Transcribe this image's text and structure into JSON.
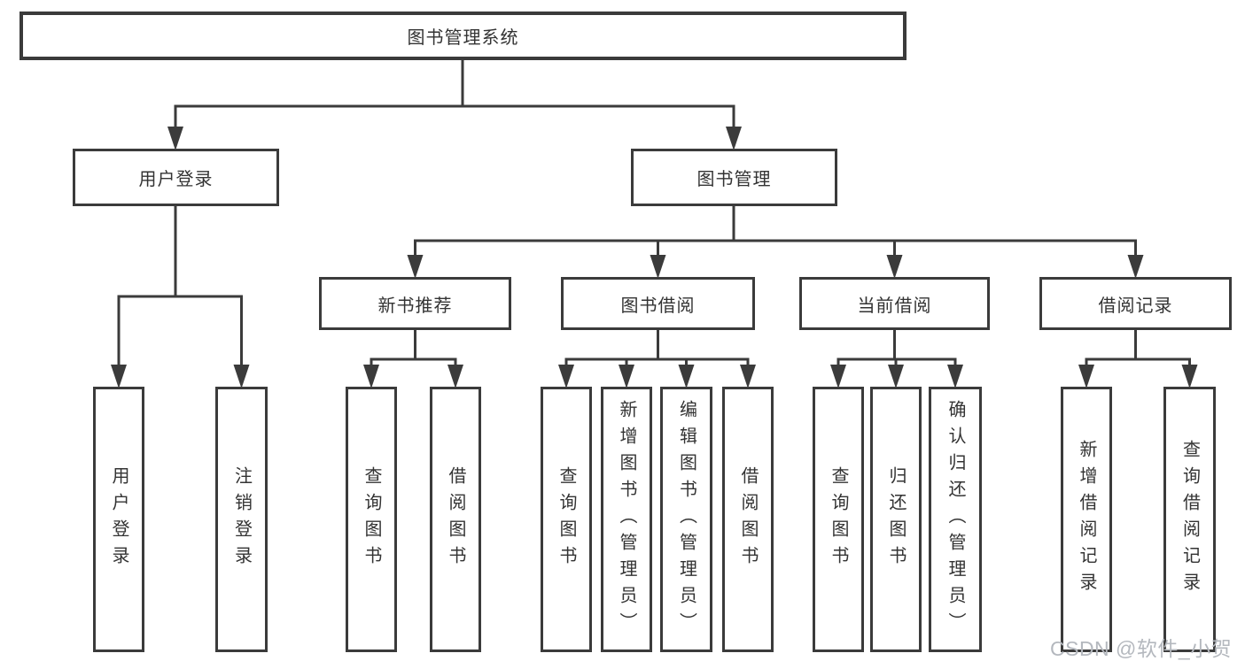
{
  "root": {
    "label": "图书管理系统"
  },
  "branches": [
    {
      "label": "用户登录",
      "children": [
        {
          "label": "用户登录"
        },
        {
          "label": "注销登录"
        }
      ]
    },
    {
      "label": "图书管理",
      "children": [
        {
          "label": "新书推荐",
          "children": [
            {
              "label": "查询图书"
            },
            {
              "label": "借阅图书"
            }
          ]
        },
        {
          "label": "图书借阅",
          "children": [
            {
              "label": "查询图书"
            },
            {
              "label": "新增图书（管理员）"
            },
            {
              "label": "编辑图书（管理员）"
            },
            {
              "label": "借阅图书"
            }
          ]
        },
        {
          "label": "当前借阅",
          "children": [
            {
              "label": "查询图书"
            },
            {
              "label": "归还图书"
            },
            {
              "label": "确认归还（管理员）"
            }
          ]
        },
        {
          "label": "借阅记录",
          "children": [
            {
              "label": "新增借阅记录"
            },
            {
              "label": "查询借阅记录"
            }
          ]
        }
      ]
    }
  ],
  "watermark": "CSDN @软件_小贺同学",
  "colors": {
    "line": "#3b3b3b",
    "text": "#333333",
    "watermark": "#b4b8be",
    "background": "#ffffff"
  }
}
